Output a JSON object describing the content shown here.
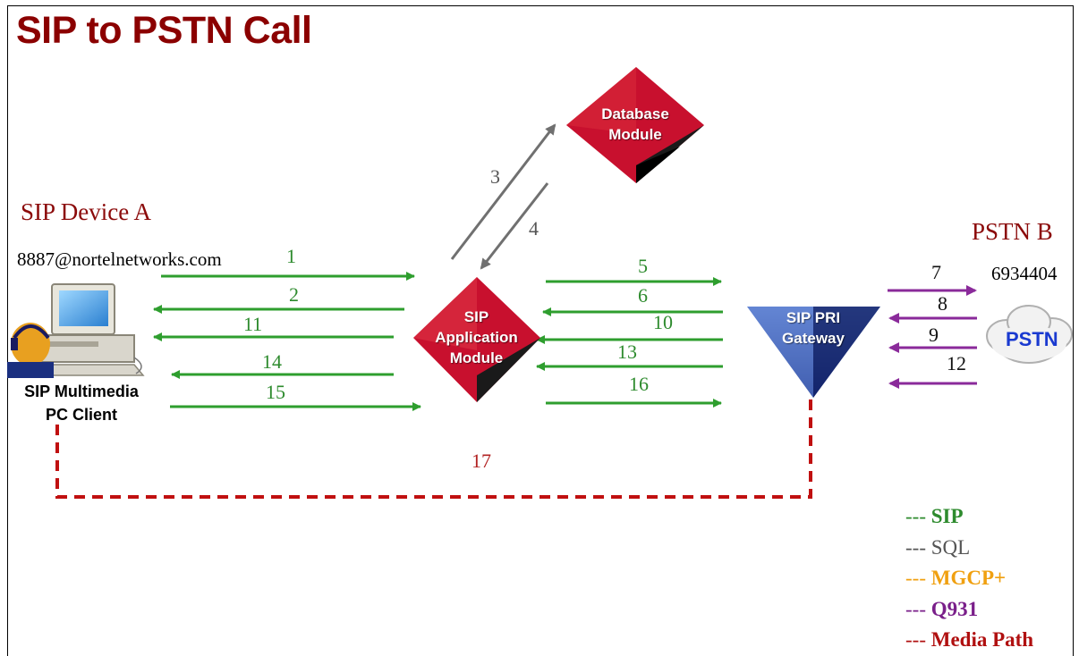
{
  "title": "SIP to PSTN Call",
  "device_a": {
    "heading": "SIP Device A",
    "address": "8887@nortelnetworks.com",
    "client_label_line1": "SIP Multimedia",
    "client_label_line2": "PC Client"
  },
  "pstn_b": {
    "heading": "PSTN B",
    "number": "6934404",
    "cloud_label": "PSTN"
  },
  "nodes": {
    "database_line1": "Database",
    "database_line2": "Module",
    "sip_app_line1": "SIP",
    "sip_app_line2": "Application",
    "sip_app_line3": "Module",
    "gateway_line1": "SIP PRI",
    "gateway_line2": "Gateway"
  },
  "steps": [
    "1",
    "2",
    "3",
    "4",
    "5",
    "6",
    "7",
    "8",
    "9",
    "10",
    "11",
    "12",
    "13",
    "14",
    "15",
    "16",
    "17"
  ],
  "legend": [
    {
      "dash": "---",
      "label": "SIP",
      "color": "#2e8b2e"
    },
    {
      "dash": "---",
      "label": "SQL",
      "color": "#555555"
    },
    {
      "dash": "---",
      "label": "MGCP+",
      "color": "#f0a010"
    },
    {
      "dash": "---",
      "label": "Q931",
      "color": "#7a1f8a"
    },
    {
      "dash": "---",
      "label": "Media Path",
      "color": "#b01010"
    }
  ],
  "colors": {
    "sip": "#2e9e2e",
    "sql": "#707070",
    "q931": "#8a2a9a",
    "media": "#c01010",
    "title": "#8b0000"
  }
}
